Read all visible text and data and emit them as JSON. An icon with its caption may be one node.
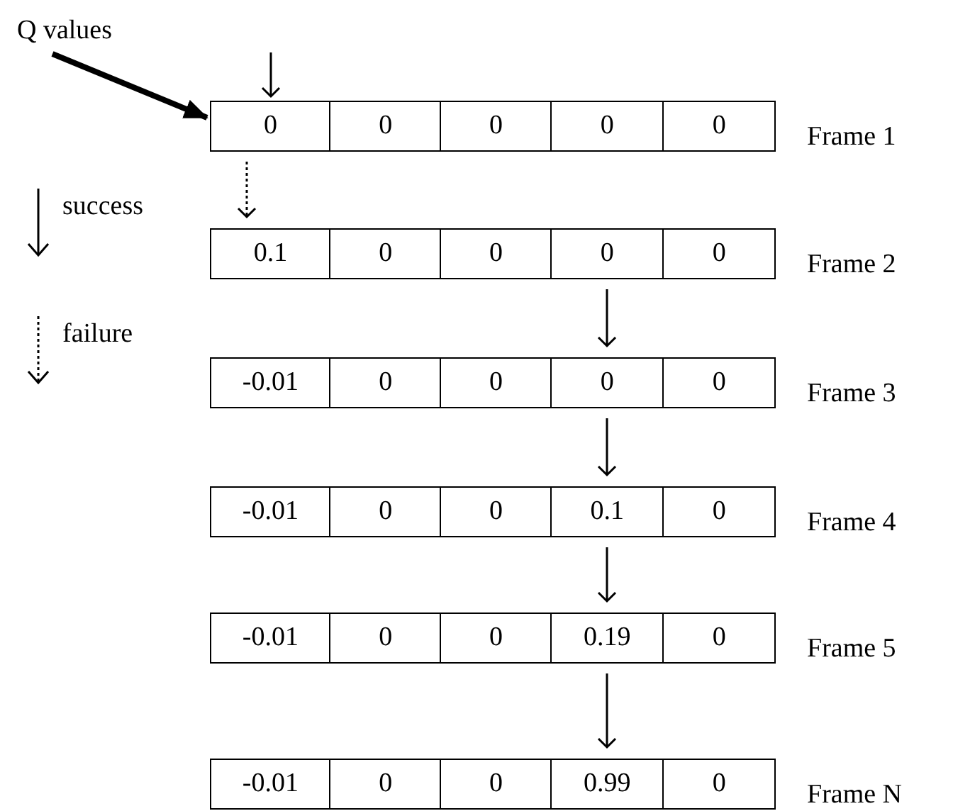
{
  "diagram": {
    "nodes": [
      {
        "text": [],
        "shape": "box",
        "beside": [
          "Frame 1"
        ]
      },
      {
        "text": [
          "0"
        ],
        "in": 0
      },
      {
        "text": [
          "0"
        ],
        "in": 0
      },
      {
        "text": [
          "0"
        ],
        "in": 0
      },
      {
        "text": [
          "0"
        ],
        "in": 0
      },
      {
        "text": [
          "0"
        ],
        "in": 0
      },
      {
        "text": [],
        "shape": "box",
        "beside": [
          "Frame 2"
        ]
      },
      {
        "text": [
          "0.1"
        ],
        "in": 6
      },
      {
        "text": [
          "0"
        ],
        "in": 6
      },
      {
        "text": [
          "0"
        ],
        "in": 6
      },
      {
        "text": [
          "0"
        ],
        "in": 6
      },
      {
        "text": [
          "0"
        ],
        "in": 6
      },
      {
        "text": [],
        "shape": "box",
        "beside": [
          "Frame 3"
        ]
      },
      {
        "text": [
          "-0.01"
        ],
        "in": 12
      },
      {
        "text": [
          "0"
        ],
        "in": 12
      },
      {
        "text": [
          "0"
        ],
        "in": 12
      },
      {
        "text": [
          "0"
        ],
        "in": 12
      },
      {
        "text": [
          "0"
        ],
        "in": 12
      },
      {
        "text": [],
        "shape": "box",
        "beside": [
          "Frame 4"
        ]
      },
      {
        "text": [
          "-0.01"
        ],
        "in": 18
      },
      {
        "text": [
          "0"
        ],
        "in": 18
      },
      {
        "text": [
          "0"
        ],
        "in": 18
      },
      {
        "text": [
          "0.1"
        ],
        "in": 18
      },
      {
        "text": [
          "0"
        ],
        "in": 18
      },
      {
        "text": [],
        "shape": "box",
        "beside": [
          "Frame 5"
        ]
      },
      {
        "text": [
          "-0.01"
        ],
        "in": 24
      },
      {
        "text": [
          "0"
        ],
        "in": 24
      },
      {
        "text": [
          "0"
        ],
        "in": 24
      },
      {
        "text": [
          "0.19"
        ],
        "in": 24
      },
      {
        "text": [
          "0"
        ],
        "in": 24
      },
      {
        "text": [],
        "shape": "box",
        "beside": [
          "Frame N"
        ]
      },
      {
        "text": [
          "-0.01"
        ],
        "in": 30
      },
      {
        "text": [
          "0"
        ],
        "in": 30
      },
      {
        "text": [
          "0"
        ],
        "in": 30
      },
      {
        "text": [
          "0.99"
        ],
        "in": 30
      },
      {
        "text": [
          "0"
        ],
        "in": 30
      },
      {
        "text": [
          "Q values"
        ]
      }
    ],
    "edges": [
      {
        "from": null,
        "to": 1,
        "arrow": "to"
      },
      {
        "from": 36,
        "to": 0,
        "arrow": "to",
        "style": "thick"
      },
      {
        "from": 1,
        "to": 7,
        "arrow": "to",
        "style": "dashed"
      },
      {
        "from": 10,
        "to": 16,
        "arrow": "to"
      },
      {
        "from": 16,
        "to": 22,
        "arrow": "to"
      },
      {
        "from": 22,
        "to": 28,
        "arrow": "to"
      },
      {
        "from": 28,
        "to": 34,
        "arrow": "to"
      }
    ],
    "legend": [
      {
        "text": "success"
      },
      {
        "text": "failure"
      }
    ]
  }
}
